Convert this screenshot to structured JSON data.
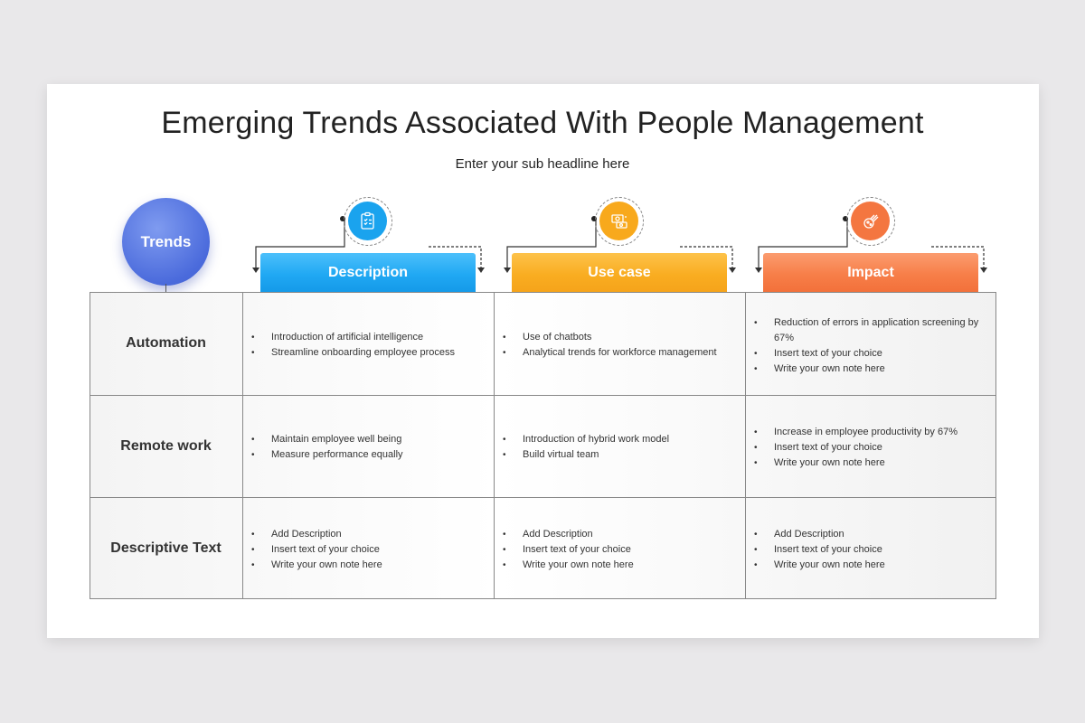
{
  "title": "Emerging Trends Associated With People Management",
  "subtitle": "Enter your sub headline here",
  "trends_label": "Trends",
  "columns": [
    {
      "label": "Description",
      "icon": "clipboard-checklist-icon",
      "color": "#1aa3ee"
    },
    {
      "label": "Use case",
      "icon": "settings-workflow-icon",
      "color": "#f8a91c"
    },
    {
      "label": "Impact",
      "icon": "meteor-impact-icon",
      "color": "#f47640"
    }
  ],
  "rows": [
    {
      "label": "Automation",
      "cells": [
        [
          "Introduction of artificial intelligence",
          "Streamline onboarding employee process"
        ],
        [
          "Use of chatbots",
          "Analytical trends for workforce management"
        ],
        [
          "Reduction of errors in application screening by 67%",
          "Insert text of your choice",
          "Write your own note here"
        ]
      ]
    },
    {
      "label": "Remote work",
      "cells": [
        [
          "Maintain employee well being",
          "Measure performance equally"
        ],
        [
          "Introduction of hybrid work model",
          "Build virtual team"
        ],
        [
          "Increase in employee productivity by 67%",
          "Insert text of your choice",
          "Write your own note here"
        ]
      ]
    },
    {
      "label": "Descriptive Text",
      "cells": [
        [
          "Add Description",
          "Insert text of your choice",
          "Write your own note here"
        ],
        [
          "Add Description",
          "Insert text of your choice",
          "Write your own note here"
        ],
        [
          "Add Description",
          "Insert text of your choice",
          "Write your own note here"
        ]
      ]
    }
  ]
}
